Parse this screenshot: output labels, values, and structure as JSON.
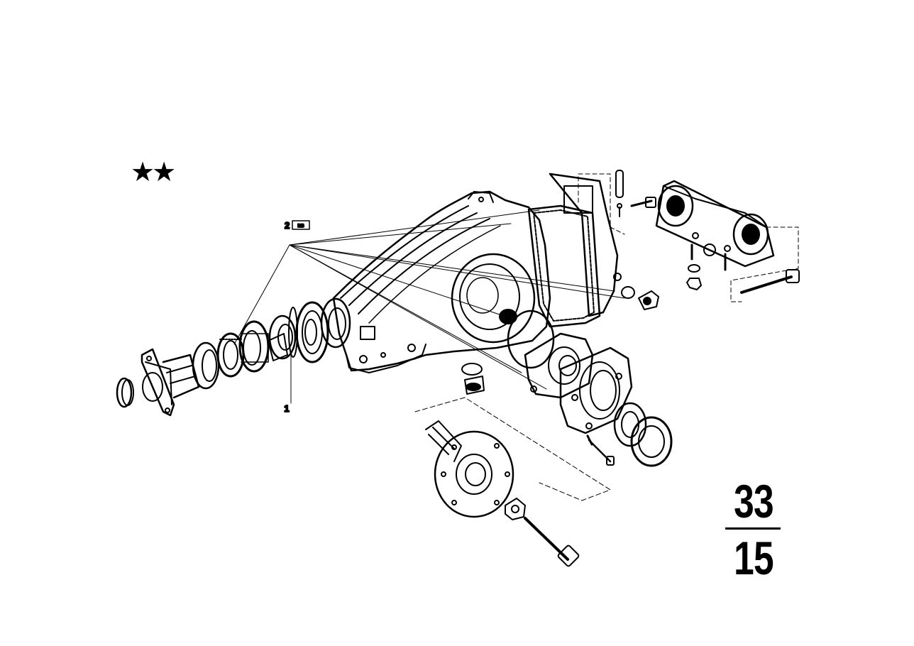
{
  "header": {
    "stars": "★★"
  },
  "callouts": [
    {
      "label": "1"
    },
    {
      "label": "2"
    }
  ],
  "callout_badge": {
    "label": "RB"
  },
  "group": {
    "main": "33",
    "sub": "15"
  },
  "colors": {
    "ink": "#000000",
    "paper": "#ffffff"
  }
}
